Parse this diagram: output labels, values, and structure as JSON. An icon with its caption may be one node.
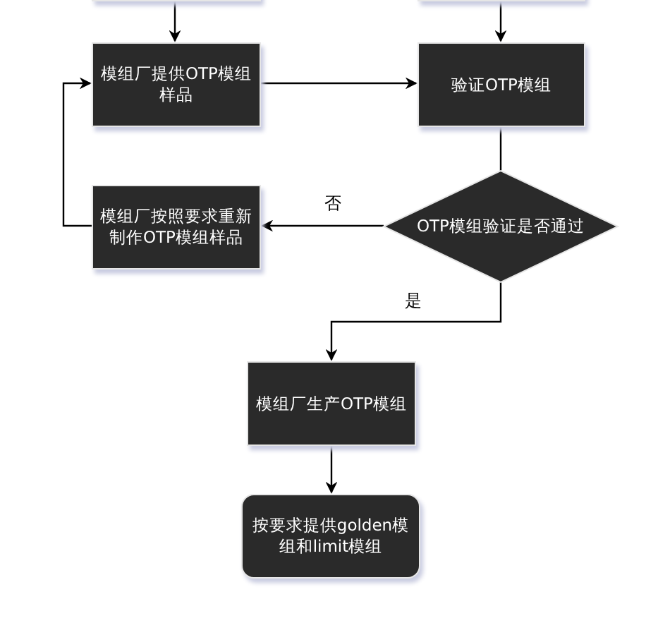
{
  "diagram": {
    "nodes": [
      {
        "text": [],
        "shape": "box"
      },
      {
        "text": [],
        "shape": "box"
      },
      {
        "text": [
          "模组厂提供OTP模组样品"
        ]
      },
      {
        "text": [
          "验证OTP模组"
        ]
      },
      {
        "text": [
          "OTP模组验证是否通过"
        ]
      },
      {
        "text": [
          "模组厂按照要求重新制作OTP模组样品"
        ]
      },
      {
        "text": [
          "模组厂生产OTP模组"
        ]
      },
      {
        "text": [
          "按要求提供golden模组和limit模组"
        ]
      }
    ],
    "edges": [
      {
        "from": 0,
        "to": 2,
        "arrow": "to"
      },
      {
        "from": 1,
        "to": 3,
        "arrow": "to"
      },
      {
        "from": 2,
        "to": 3,
        "arrow": "to"
      },
      {
        "from": 3,
        "to": 4,
        "arrow": "none"
      },
      {
        "from": 4,
        "to": 5,
        "arrow": "to",
        "label": "否"
      },
      {
        "from": 5,
        "to": 2,
        "arrow": "to"
      },
      {
        "from": 4,
        "to": 6,
        "arrow": "to",
        "label": "是"
      },
      {
        "from": 6,
        "to": 7,
        "arrow": "to"
      }
    ]
  }
}
